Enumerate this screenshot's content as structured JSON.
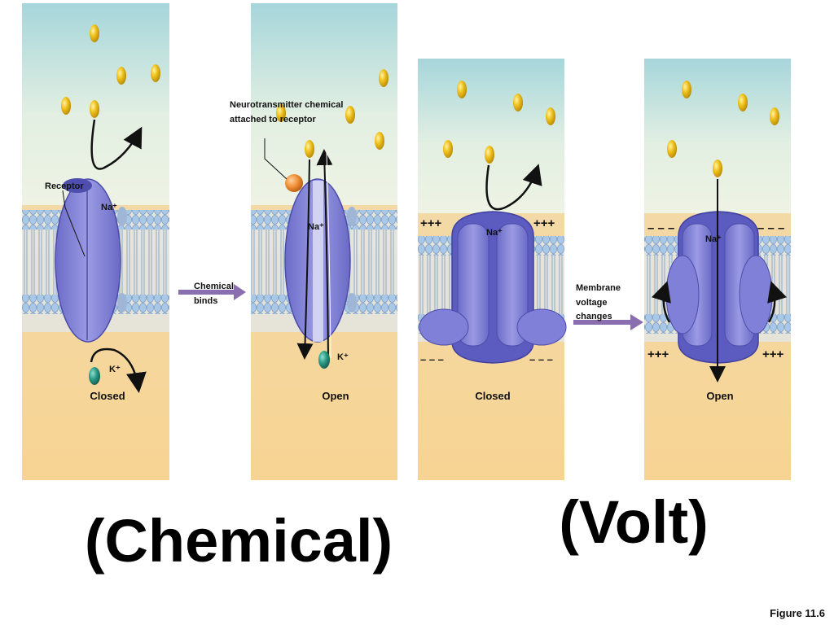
{
  "colors": {
    "sky_top": "#a9d9dc",
    "sky_bottom": "#e6f1e0",
    "cytoplasm": "#f6d69c",
    "protein": "#7f7fd6",
    "protein_dark": "#5a5ab8",
    "lipid_head": "#9cc0e0",
    "neurotransmitter": "#e8b417",
    "potassium_ion": "#2a8f7f",
    "arrow_purple": "#8a6fb0"
  },
  "panels": [
    {
      "id": "chemical-closed",
      "status": "Closed",
      "labels": {
        "receptor": "Receptor",
        "na": "Na⁺",
        "k": "K⁺"
      }
    },
    {
      "id": "chemical-open",
      "status": "Open",
      "labels": {
        "callout": [
          "Neurotransmitter chemical",
          "attached to receptor"
        ],
        "na": "Na⁺",
        "k": "K⁺"
      }
    },
    {
      "id": "voltage-closed",
      "status": "Closed",
      "labels": {
        "na": "Na⁺",
        "charge_top": "+++",
        "charge_bottom": "– – –"
      }
    },
    {
      "id": "voltage-open",
      "status": "Open",
      "labels": {
        "na": "Na⁺",
        "charge_top": "– – –",
        "charge_bottom": "+++"
      }
    }
  ],
  "transitions": {
    "chemical": [
      "Chemical",
      "binds"
    ],
    "voltage": [
      "Membrane",
      "voltage",
      "changes"
    ]
  },
  "titles": {
    "chemical": "(Chemical)",
    "voltage": "(Volt)"
  },
  "figure_label": "Figure 11.6"
}
